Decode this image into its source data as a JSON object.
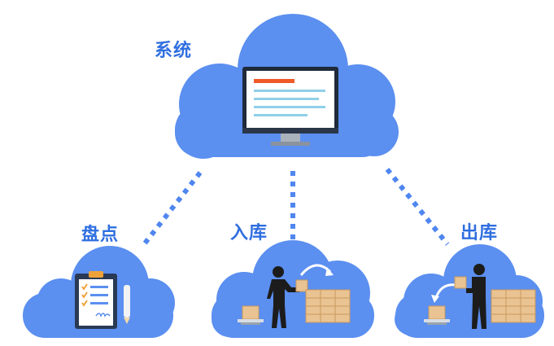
{
  "diagram": {
    "system": {
      "label": "系统"
    },
    "nodes": [
      {
        "id": "stocktake",
        "label": "盘点"
      },
      {
        "id": "inbound",
        "label": "入库"
      },
      {
        "id": "outbound",
        "label": "出库"
      }
    ]
  },
  "colors": {
    "cloud": "#5b8ff0",
    "label": "#2f6fe0",
    "connector": "#4f86f0",
    "monitor_frame": "#1f2a3a",
    "screen_accent": "#f05a28",
    "screen_lines": "#8fd0e8",
    "box": "#e9c391",
    "person": "#1c1c1c"
  },
  "icons": {
    "system": "monitor-icon",
    "stocktake": "clipboard-checklist-icon",
    "inbound": "person-carrying-box-icon",
    "outbound": "person-handing-box-icon"
  }
}
